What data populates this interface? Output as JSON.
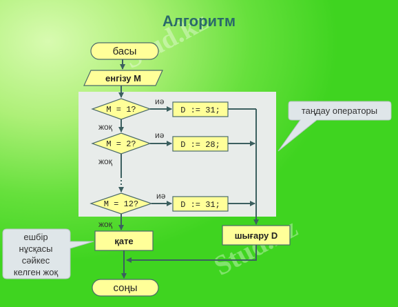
{
  "title": "Алгоритм",
  "watermark": "Stud.kz",
  "nodes": {
    "start": "басы",
    "input": "енгізу M",
    "cond1": "M = 1?",
    "cond2": "M = 2?",
    "cond3": "M = 12?",
    "act1": "D := 31;",
    "act2": "D := 28;",
    "act3": "D := 31;",
    "error": "қате",
    "output": "шығару D",
    "end": "соңы"
  },
  "labels": {
    "yes1": "иә",
    "yes2": "иә",
    "yes3": "иә",
    "no1": "жоқ",
    "no2": "жоқ",
    "no3": "жоқ"
  },
  "callouts": {
    "select": "таңдау операторы",
    "none_line1": "ешбір",
    "none_line2": "нұсқасы",
    "none_line3": "сәйкес",
    "none_line4": "келген жоқ"
  },
  "colors": {
    "node_fill": "#ffff99",
    "node_stroke": "#4a6a6a",
    "panel": "#e8ecea",
    "title": "#2b6a6a",
    "background": "#3fd420"
  }
}
